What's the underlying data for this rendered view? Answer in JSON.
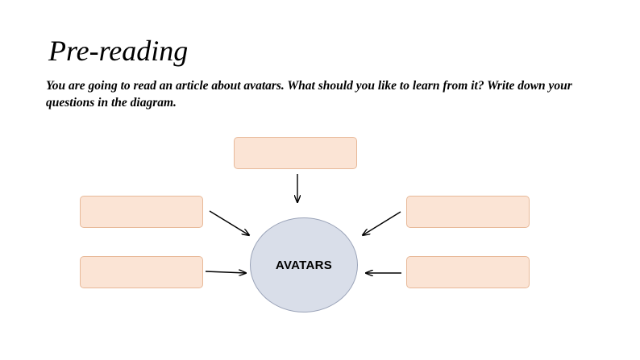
{
  "slide": {
    "title": "Pre-reading",
    "instruction": "You are going to read an article about avatars. What should you like to learn from it? Write down your questions in the diagram."
  },
  "diagram": {
    "center_label": "AVATARS",
    "question_boxes": [
      {
        "id": "top",
        "text": ""
      },
      {
        "id": "upper-left",
        "text": ""
      },
      {
        "id": "lower-left",
        "text": ""
      },
      {
        "id": "upper-right",
        "text": ""
      },
      {
        "id": "lower-right",
        "text": ""
      }
    ],
    "colors": {
      "box_fill": "#fbe4d5",
      "box_border": "#e8b999",
      "circle_fill": "#d9dee9",
      "circle_border": "#9aa3b8",
      "arrow": "#000000"
    }
  }
}
